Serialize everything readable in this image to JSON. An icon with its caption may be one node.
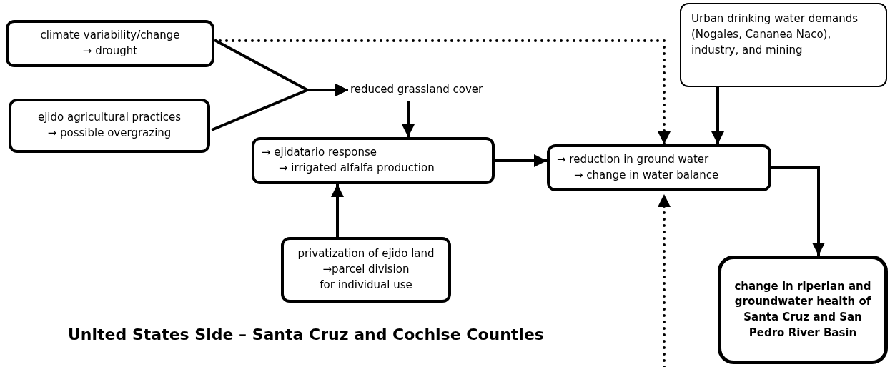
{
  "diagram": {
    "nodes": [
      {
        "text": [
          "climate variability/change",
          "→ drought"
        ]
      },
      {
        "text": [
          "ejido agricultural practices",
          "→ possible overgrazing"
        ]
      },
      {
        "text": [
          "reduced grassland cover"
        ]
      },
      {
        "text": [
          "→ ejidatario response",
          "→ irrigated alfalfa production"
        ]
      },
      {
        "text": [
          "privatization of ejido land",
          "→parcel division",
          "for individual use"
        ]
      },
      {
        "text": [
          "→ reduction in ground water",
          "→ change in water balance"
        ]
      },
      {
        "text": [
          "Urban drinking water demands (Nogales, Cananea Naco), industry, and mining"
        ]
      },
      {
        "text": [
          "change in riperian and groundwater health of Santa Cruz and San Pedro River Basin"
        ]
      }
    ],
    "edges": [
      {
        "from": 0,
        "to": 2,
        "arrow": "to"
      },
      {
        "from": 1,
        "to": 2,
        "arrow": "to"
      },
      {
        "from": 2,
        "to": 3,
        "arrow": "to"
      },
      {
        "from": 4,
        "to": 3,
        "arrow": "to"
      },
      {
        "from": 3,
        "to": 5,
        "arrow": "to"
      },
      {
        "from": 0,
        "to": 5,
        "arrow": "to",
        "style": "dashed"
      },
      {
        "from": 6,
        "to": 5,
        "arrow": "to"
      },
      {
        "from": 5,
        "to": 7,
        "arrow": "to"
      },
      {
        "from": null,
        "to": 5,
        "arrow": "to",
        "style": "dashed"
      }
    ],
    "labels": [
      "United States Side – Santa Cruz and Cochise Counties"
    ]
  }
}
